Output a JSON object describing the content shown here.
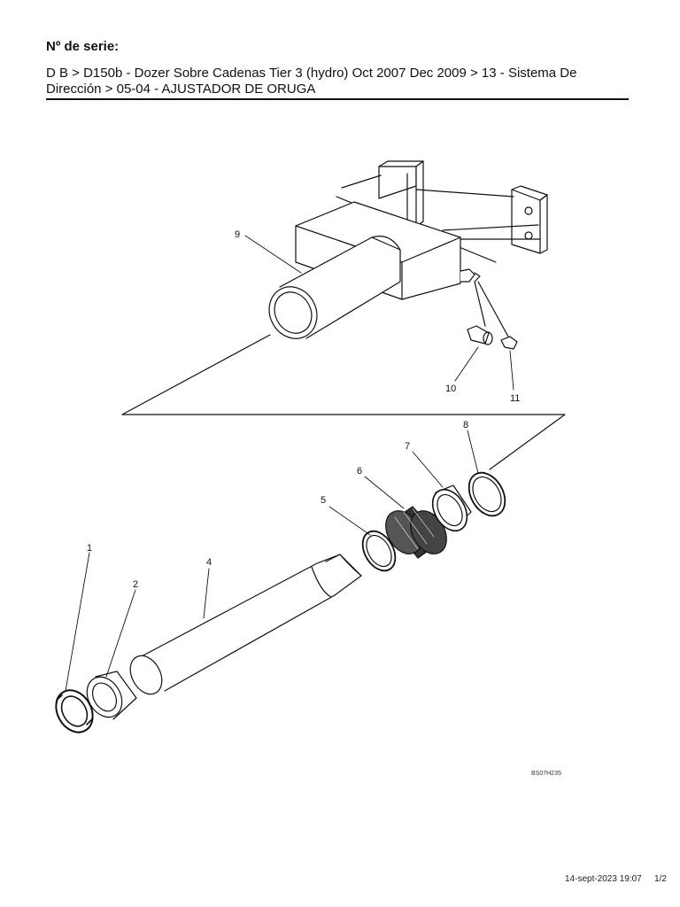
{
  "header": {
    "serial_label": "Nº de serie:",
    "breadcrumb": "D B > D150b - Dozer Sobre Cadenas Tier 3 (hydro) Oct 2007 Dec 2009 > 13 - Sistema De Dirección > 05-04 - AJUSTADOR DE ORUGA"
  },
  "diagram": {
    "callouts": [
      "1",
      "2",
      "4",
      "5",
      "6",
      "7",
      "8",
      "9",
      "10",
      "11"
    ],
    "figure_code": "BS07H235"
  },
  "footer": {
    "date": "14-sept-2023 19:07",
    "page": "1/2"
  }
}
